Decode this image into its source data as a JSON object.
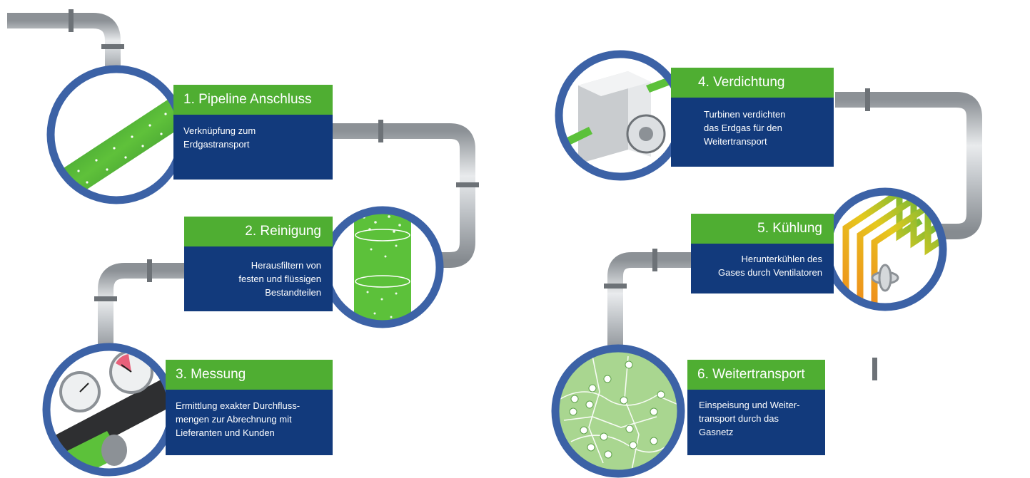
{
  "steps": [
    {
      "title": "1. Pipeline Anschluss",
      "lines": [
        "Verknüpfung zum",
        "Erdgastransport"
      ]
    },
    {
      "title": "2. Reinigung",
      "lines": [
        "Herausfiltern von",
        "festen und flüssigen",
        "Bestandteilen"
      ]
    },
    {
      "title": "3. Messung",
      "lines": [
        "Ermittlung exakter Durchfluss-",
        "mengen zur Abrechnung mit",
        "Lieferanten und Kunden"
      ]
    },
    {
      "title": "4. Verdichtung",
      "lines": [
        "Turbinen verdichten",
        "das Erdgas für den",
        "Weitertransport"
      ]
    },
    {
      "title": "5. Kühlung",
      "lines": [
        "Herunterkühlen des",
        "Gases durch Ventilatoren"
      ]
    },
    {
      "title": "6. Weitertransport",
      "lines": [
        "Einspeisung und Weiter-",
        "transport durch das",
        "Gasnetz"
      ]
    }
  ],
  "colors": {
    "green": "#4fae32",
    "navy": "#123a7c",
    "ring": "#3c62a6",
    "pipe": "#b9bdc2",
    "gauge_red": "#e8607a",
    "coil_orange": "#f08a1c",
    "coil_yellow": "#e6c91e"
  }
}
